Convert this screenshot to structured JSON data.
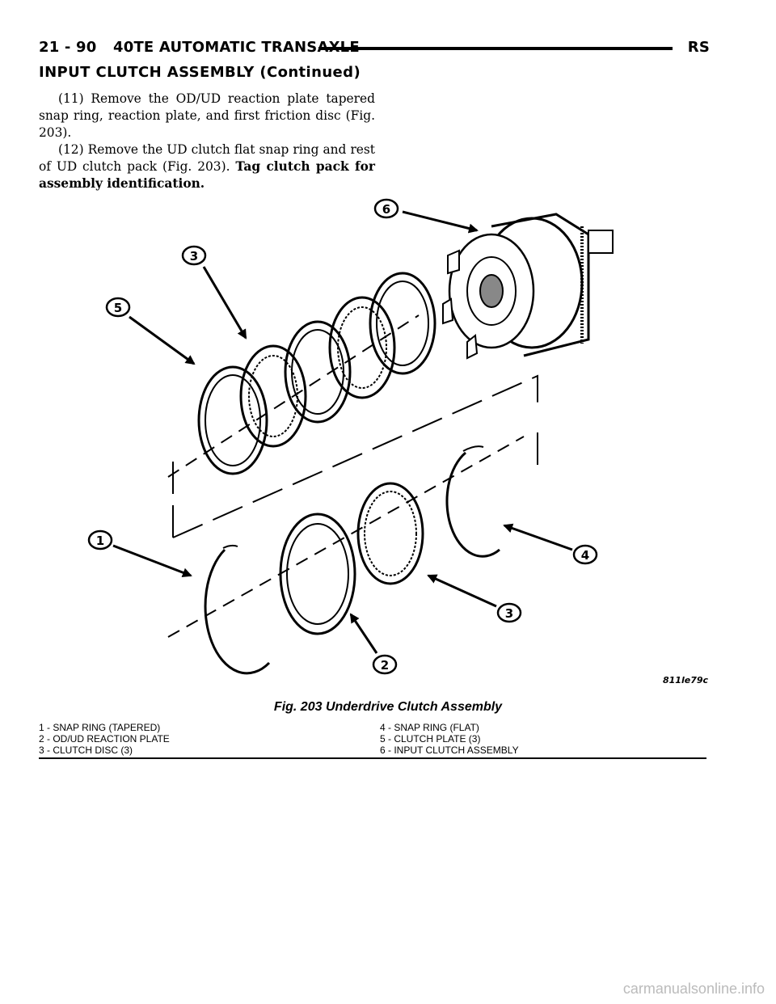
{
  "header": {
    "page_number": "21 - 90",
    "section": "40TE AUTOMATIC TRANSAXLE",
    "model_code": "RS"
  },
  "section_title": "INPUT CLUTCH ASSEMBLY (Continued)",
  "steps": [
    {
      "text": "(11) Remove the OD/UD reaction plate tapered snap ring, reaction plate, and first friction disc (Fig. 203)."
    },
    {
      "text": "(12) Remove the UD clutch flat snap ring and rest of UD clutch pack (Fig. 203). ",
      "bold": "Tag clutch pack for assembly identification."
    }
  ],
  "figure": {
    "callouts": [
      "6",
      "3",
      "5",
      "1",
      "4",
      "3",
      "2"
    ],
    "figure_code": "811le79c",
    "caption": "Fig. 203 Underdrive Clutch Assembly"
  },
  "legend": [
    "1 - SNAP RING (TAPERED)",
    "4 - SNAP RING (FLAT)",
    "2 - OD/UD REACTION PLATE",
    "5 - CLUTCH PLATE (3)",
    "3 - CLUTCH DISC (3)",
    "6 - INPUT CLUTCH ASSEMBLY"
  ],
  "watermark": "carmanualsonline.info"
}
